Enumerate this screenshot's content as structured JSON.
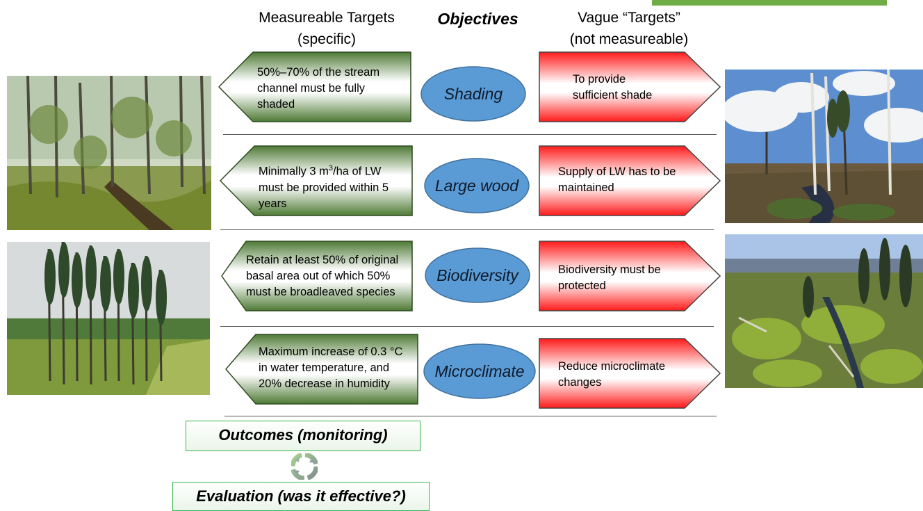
{
  "headers": {
    "measurable": "Measureable Targets\n(specific)",
    "measurable_line1": "Measureable Targets",
    "measurable_line2": "(specific)",
    "objectives": "Objectives",
    "vague_line1": "Vague “Targets”",
    "vague_line2": "(not measureable)"
  },
  "rows": [
    {
      "objective": "Shading",
      "measurable": [
        "50%–70% of the stream",
        "channel must be fully",
        "shaded"
      ],
      "vague": [
        "To provide",
        "sufficient shade"
      ]
    },
    {
      "objective": "Large wood",
      "measurable_l1_pre": "Minimally 3 m",
      "measurable_l1_sup": "3",
      "measurable_l1_post": "/ha of LW",
      "measurable_rest": [
        "must be provided within 5",
        "years"
      ],
      "vague": [
        "Supply of LW has to be",
        "maintained"
      ]
    },
    {
      "objective": "Biodiversity",
      "measurable": [
        "Retain at least 50% of original",
        "basal area out of which 50%",
        "must be broadleaved species"
      ],
      "vague": [
        "Biodiversity must be",
        "protected"
      ]
    },
    {
      "objective": "Microclimate",
      "measurable": [
        "Maximum increase of 0.3 °C",
        "in water temperature,  and",
        "20% decrease in humidity"
      ],
      "vague": [
        "Reduce microclimate",
        "changes"
      ]
    }
  ],
  "outcomes": "Outcomes (monitoring)",
  "evaluation": "Evaluation (was it effective?)",
  "icons": {
    "cycle": "cycle-arrows-icon"
  },
  "colors": {
    "green": "#4e7a35",
    "red": "#ff1a1a",
    "oval": "#5b9bd5",
    "topbar": "#70ad47"
  }
}
